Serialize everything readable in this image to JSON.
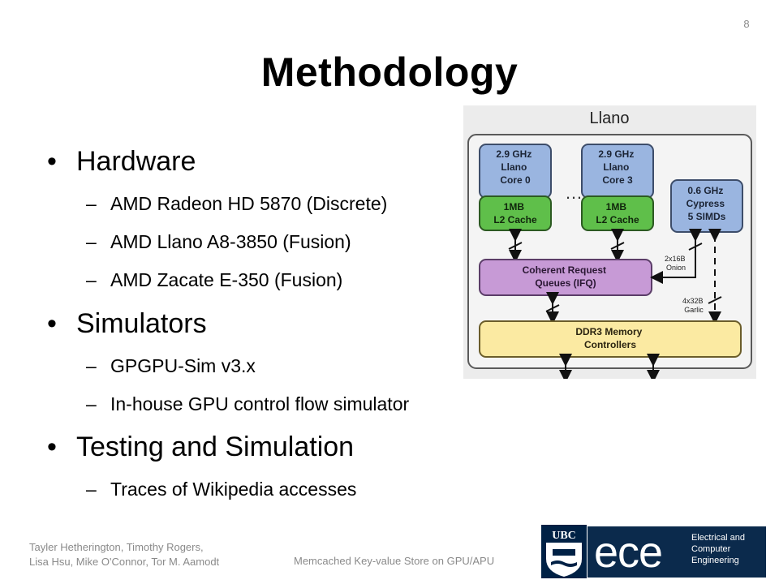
{
  "slide": {
    "number": "8",
    "title": "Methodology"
  },
  "bullets": [
    {
      "label": "Hardware",
      "sub": [
        "AMD Radeon HD 5870 (Discrete)",
        "AMD Llano A8-3850 (Fusion)",
        "AMD Zacate E-350 (Fusion)"
      ]
    },
    {
      "label": "Simulators",
      "sub": [
        "GPGPU-Sim v3.x",
        "In-house GPU control flow simulator"
      ]
    },
    {
      "label": "Testing and Simulation",
      "sub": [
        "Traces of Wikipedia accesses"
      ]
    }
  ],
  "diagram": {
    "title": "Llano",
    "core0": [
      "2.9 GHz",
      "Llano",
      "Core 0"
    ],
    "core3": [
      "2.9 GHz",
      "Llano",
      "Core 3"
    ],
    "cache0": [
      "1MB",
      "L2 Cache"
    ],
    "cache3": [
      "1MB",
      "L2 Cache"
    ],
    "ellipsis": "…",
    "gpu": [
      "0.6 GHz",
      "Cypress",
      "5 SIMDs"
    ],
    "ifq": [
      "Coherent Request",
      "Queues (IFQ)"
    ],
    "onion": [
      "2x16B",
      "Onion"
    ],
    "garlic": [
      "4x32B",
      "Garlic"
    ],
    "ddr": [
      "DDR3 Memory",
      "Controllers"
    ],
    "colors": {
      "core": "#9ab5e0",
      "cache": "#5fbf4a",
      "ifq": "#c79ad6",
      "ddr": "#fbeaa2",
      "frame": "#5a5a5a"
    }
  },
  "footer": {
    "authors_line1": "Tayler Hetherington, Timothy Rogers,",
    "authors_line2": "Lisa Hsu, Mike O'Connor, Tor M. Aamodt",
    "center": "Memcached Key-value Store on GPU/APU",
    "ubc_text": "UBC",
    "ece_text": "ece",
    "ece_name": [
      "Electrical and",
      "Computer",
      "Engineering"
    ]
  }
}
